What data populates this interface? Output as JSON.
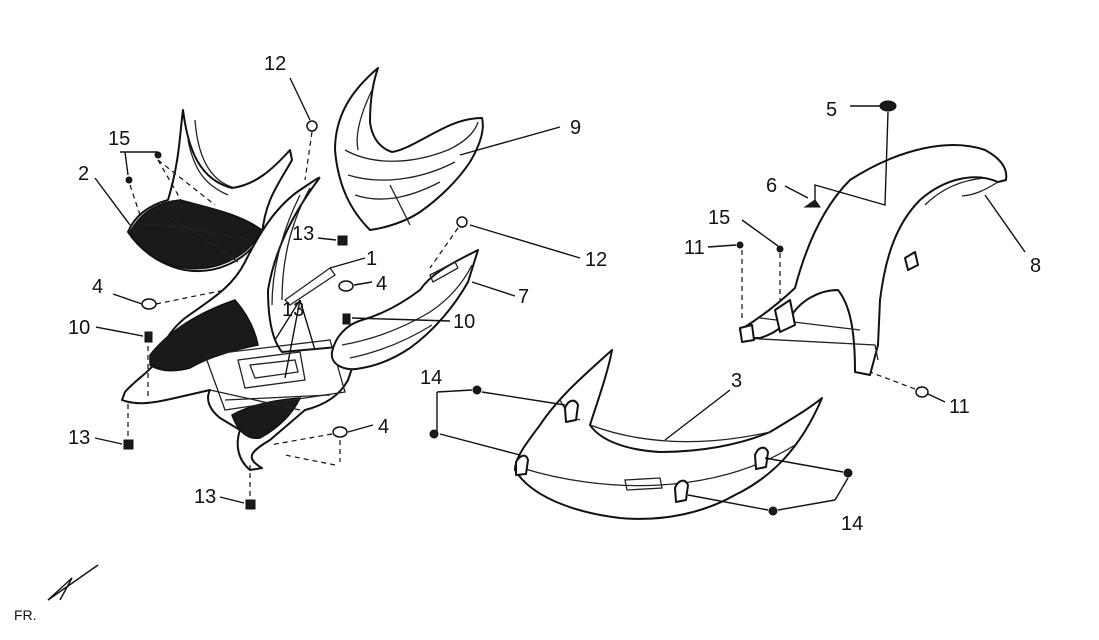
{
  "callouts": [
    {
      "id": "c1",
      "label": "1"
    },
    {
      "id": "c2",
      "label": "2"
    },
    {
      "id": "c3",
      "label": "3"
    },
    {
      "id": "c4a",
      "label": "4"
    },
    {
      "id": "c4b",
      "label": "4"
    },
    {
      "id": "c4c",
      "label": "4"
    },
    {
      "id": "c5",
      "label": "5"
    },
    {
      "id": "c6",
      "label": "6"
    },
    {
      "id": "c7",
      "label": "7"
    },
    {
      "id": "c8",
      "label": "8"
    },
    {
      "id": "c9",
      "label": "9"
    },
    {
      "id": "c10a",
      "label": "10"
    },
    {
      "id": "c10b",
      "label": "10"
    },
    {
      "id": "c11a",
      "label": "11"
    },
    {
      "id": "c11b",
      "label": "11"
    },
    {
      "id": "c12a",
      "label": "12"
    },
    {
      "id": "c12b",
      "label": "12"
    },
    {
      "id": "c13a",
      "label": "13"
    },
    {
      "id": "c13b",
      "label": "13"
    },
    {
      "id": "c13c",
      "label": "13"
    },
    {
      "id": "c13d",
      "label": "13"
    },
    {
      "id": "c14a",
      "label": "14"
    },
    {
      "id": "c14b",
      "label": "14"
    },
    {
      "id": "c15a",
      "label": "15"
    },
    {
      "id": "c15b",
      "label": "15"
    }
  ],
  "orientation_label": "FR."
}
